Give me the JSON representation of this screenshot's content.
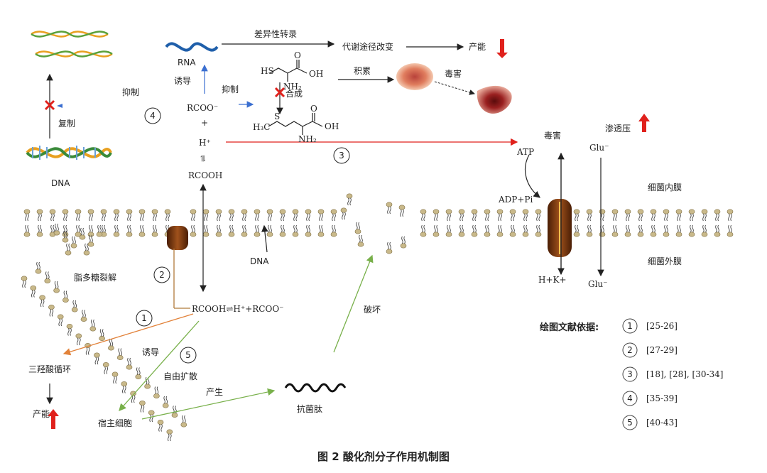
{
  "caption": "图 2  酸化剂分子作用机制图",
  "labels": {
    "rna": "RNA",
    "dna_top": "DNA",
    "dna_membrane": "DNA",
    "diff_transcription": "差异性转录",
    "metabolic_change": "代谢途径改变",
    "energy_top": "产能",
    "accumulate": "积累",
    "toxic_top": "毒害",
    "toxic_right": "毒害",
    "induce_top": "诱导",
    "inhibit_left": "抑制",
    "inhibit_mid": "抑制",
    "synthesis": "合成",
    "replication": "复制",
    "rcoo_minus": "RCOO⁻",
    "plus": "+",
    "h_plus": "H⁺",
    "equilibrium": "⇌",
    "rcooh": "RCOOH",
    "dissociation": "RCOOH⇌H⁺+RCOO⁻",
    "lps": "脂多糖裂解",
    "tca": "三羟酸循环",
    "energy_bottom": "产能",
    "induce_bottom": "诱导",
    "free_diffusion": "自由扩散",
    "host_cell": "宿主细胞",
    "produce": "产生",
    "antimicrobial_peptide": "抗菌肽",
    "destroy": "破坏",
    "atp": "ATP",
    "adp": "ADP+Pi",
    "hk": "H+K+",
    "osmotic": "渗透压",
    "glu_in": "Glu⁻",
    "glu_out": "Glu⁻",
    "inner_membrane": "细菌内膜",
    "outer_membrane": "细菌外膜",
    "hs": "HS",
    "oh1": "OH",
    "o1": "O",
    "nh2_1": "NH₂",
    "h3c": "H₃C",
    "s": "S",
    "oh2": "OH",
    "o2": "O",
    "nh2_2": "NH₂"
  },
  "markers": [
    "①",
    "②",
    "③",
    "④",
    "⑤"
  ],
  "legend": {
    "title": "绘图文献依据:",
    "items": [
      {
        "num": "1",
        "ref": "[25-26]"
      },
      {
        "num": "2",
        "ref": "[27-29]"
      },
      {
        "num": "3",
        "ref": "[18], [28], [30-34]"
      },
      {
        "num": "4",
        "ref": "[35-39]"
      },
      {
        "num": "5",
        "ref": "[40-43]"
      }
    ]
  },
  "colors": {
    "red": "#e0211c",
    "blue": "#3b6fd0",
    "green": "#78b04a",
    "orange": "#e2823a",
    "brown": "#7a3a12",
    "membrane": "#c9b98a"
  }
}
